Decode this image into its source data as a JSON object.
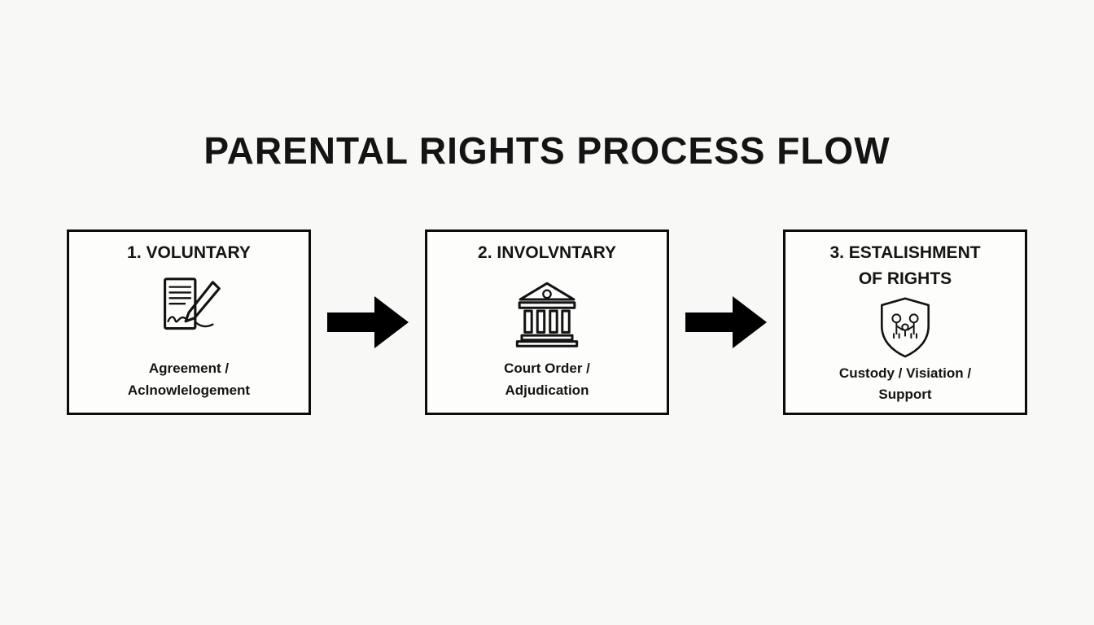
{
  "page": {
    "background_color": "#f8f8f7",
    "text_color": "#141414",
    "box_border_color": "#0c0c0c",
    "arrow_color": "#000000"
  },
  "title": "PARENTAL RIGHTS PROCESS FLOW",
  "diagram": {
    "steps": [
      {
        "heading": "1. VOLUNTARY",
        "caption": "Agreement / Aclnowlelogement",
        "icon": "document-signing-icon"
      },
      {
        "heading": "2. INVOLVNTARY",
        "caption": "Court Order / Adjudication",
        "icon": "courthouse-icon"
      },
      {
        "heading": "3. ESTALISHMENT OF RIGHTS",
        "caption": "Custody / Visiation / Support",
        "icon": "family-shield-icon"
      }
    ]
  }
}
